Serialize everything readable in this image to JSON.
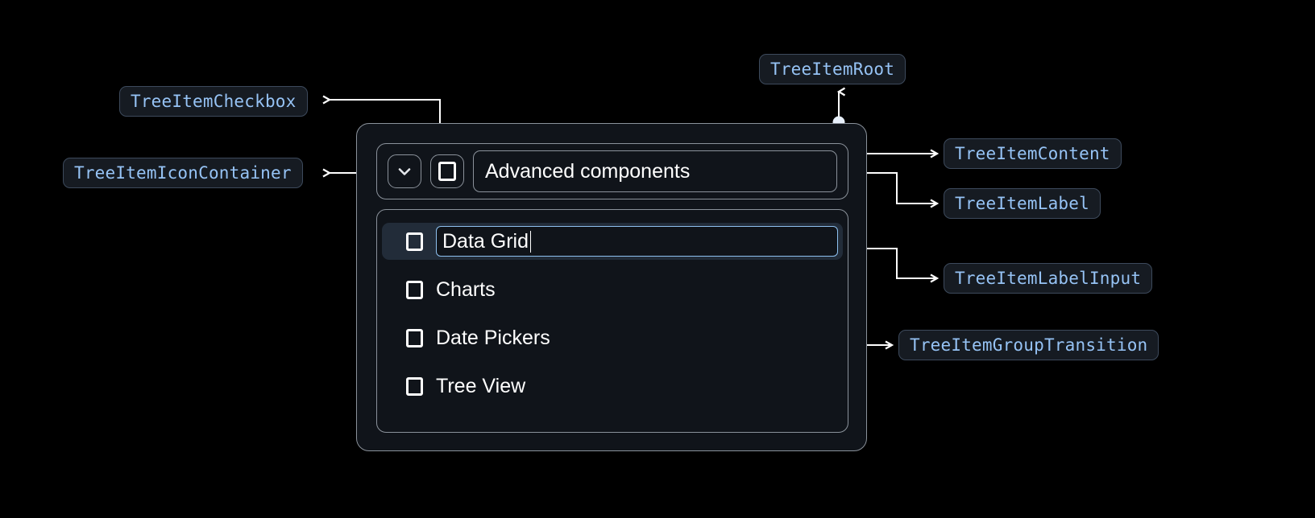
{
  "diagram": {
    "title": "TreeItem anatomy diagram",
    "background_color": "#000000",
    "badge_bg": "#161b22",
    "badge_border": "#3d4a5c",
    "badge_text_color": "#96c3f5",
    "connector_color": "#ffffff",
    "panel_border": "#8b929b",
    "panel_bg": "#10141a",
    "selected_row_bg": "#222c39",
    "input_focus_border": "#8ec1f0"
  },
  "annotations": [
    {
      "id": "checkbox",
      "label": "TreeItemCheckbox"
    },
    {
      "id": "icon_container",
      "label": "TreeItemIconContainer"
    },
    {
      "id": "root",
      "label": "TreeItemRoot"
    },
    {
      "id": "content",
      "label": "TreeItemContent"
    },
    {
      "id": "label",
      "label": "TreeItemLabel"
    },
    {
      "id": "label_input",
      "label": "TreeItemLabelInput"
    },
    {
      "id": "group_transition",
      "label": "TreeItemGroupTransition"
    }
  ],
  "component": {
    "icon_container": {
      "icon": "chevron-down-icon",
      "expanded": true
    },
    "checkbox": {
      "checked": false
    },
    "label_text": "Advanced components",
    "group": {
      "items": [
        {
          "label": "Data Grid",
          "checked": false,
          "editing": true
        },
        {
          "label": "Charts",
          "checked": false,
          "editing": false
        },
        {
          "label": "Date Pickers",
          "checked": false,
          "editing": false
        },
        {
          "label": "Tree View",
          "checked": false,
          "editing": false
        }
      ]
    }
  }
}
